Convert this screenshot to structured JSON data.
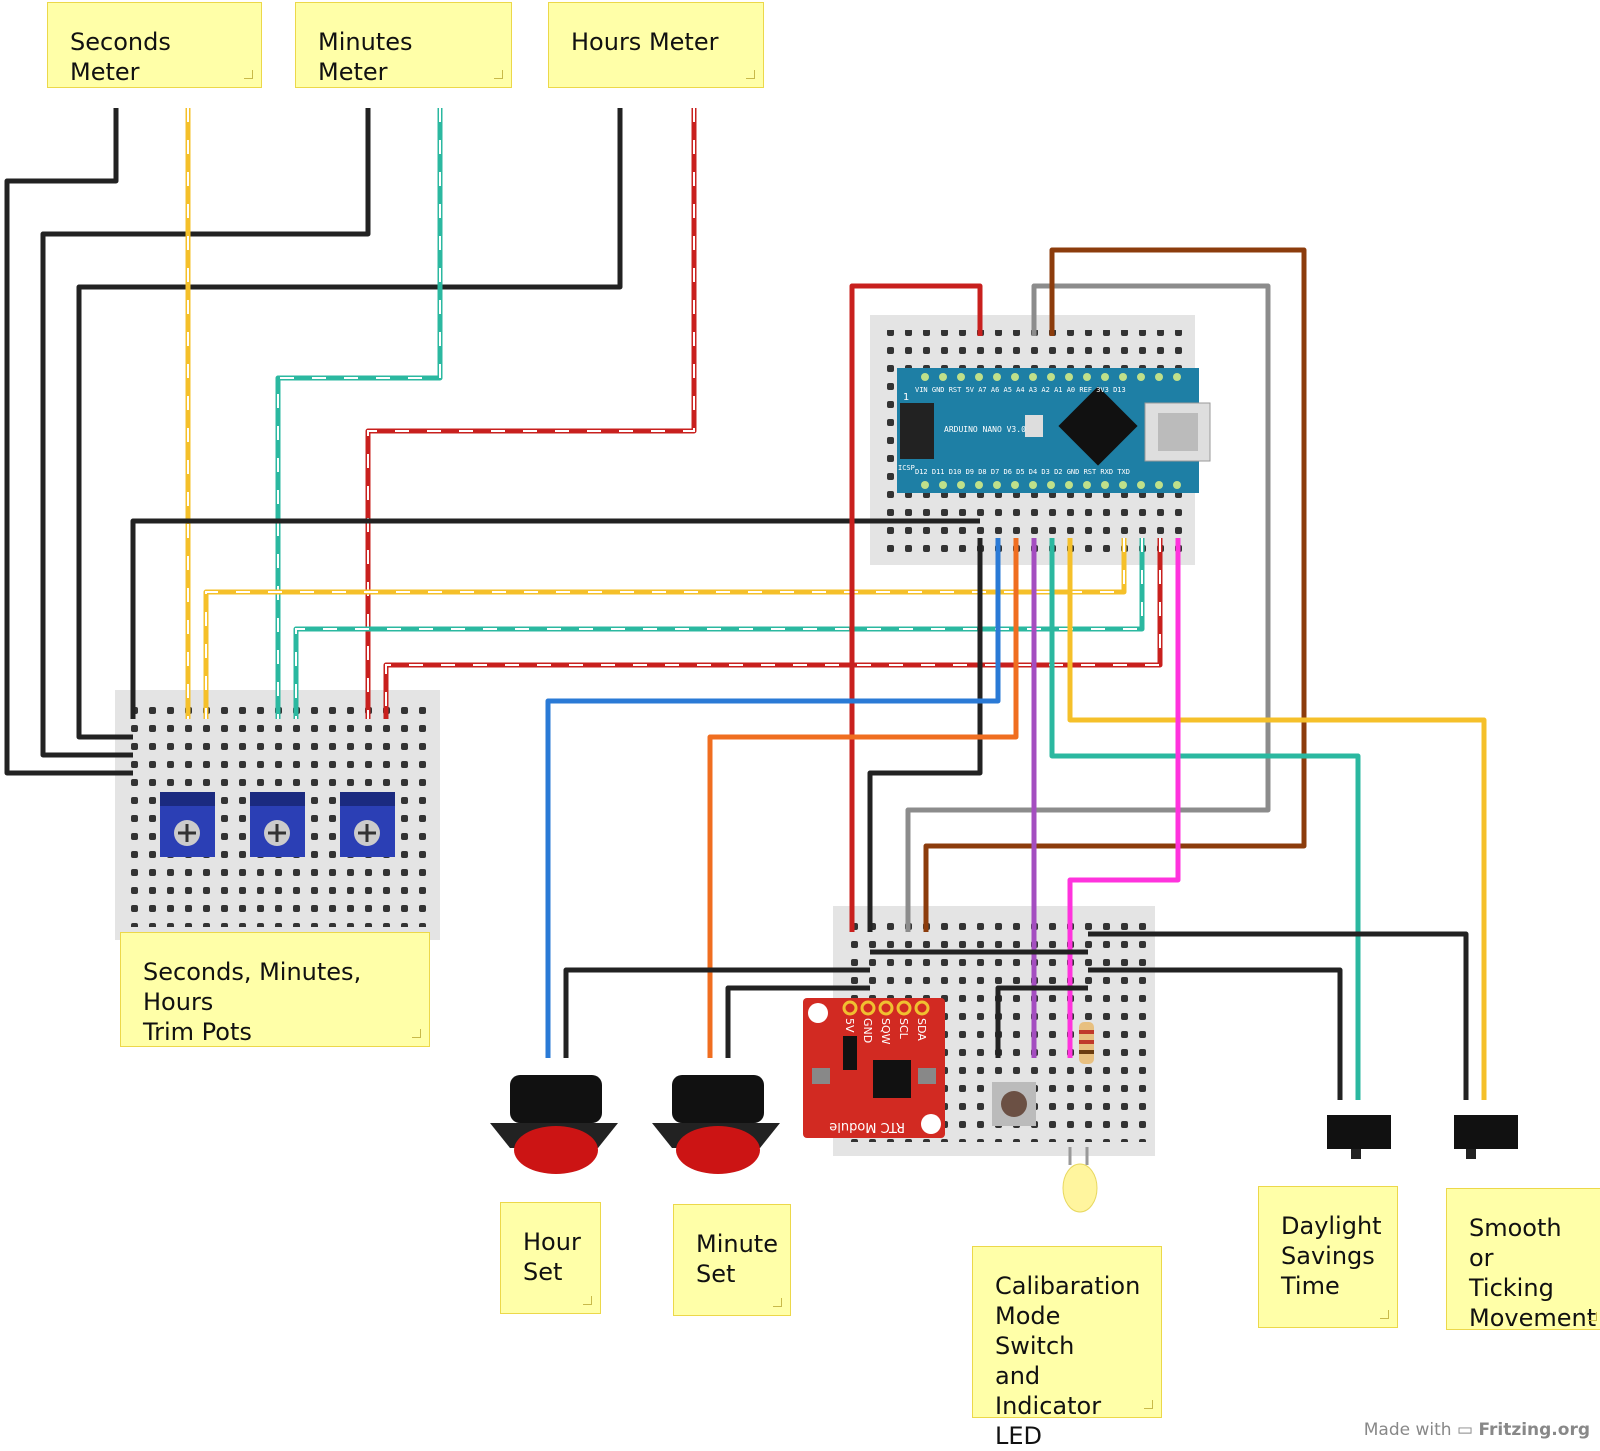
{
  "labels": {
    "seconds_meter": "Seconds Meter",
    "minutes_meter": "Minutes Meter",
    "hours_meter": "Hours Meter",
    "trim_pots": "Seconds, Minutes, Hours\nTrim Pots",
    "hour_set": "Hour\nSet",
    "minute_set": "Minute\nSet",
    "calibration": "Calibaration\nMode Switch\nand Indicator\nLED",
    "dst": "Daylight\nSavings\nTime",
    "smooth": "Smooth or\nTicking\nMovement"
  },
  "arduino": {
    "top_pins": "D12 D11 D10 D9 D8 D7 D6 D5 D4 D3 D2 GND RST RXD TXD",
    "bottom_pins": "VIN GND RST 5V A7 A6 A5 A4 A3 A2 A1 A0 REF 3V3 D13",
    "brand": "ARDUINO NANO V3.0",
    "icsp": "ICSP",
    "pin1": "1"
  },
  "rtc": {
    "pins": [
      "5V",
      "GND",
      "SQW",
      "SCL",
      "SDA"
    ],
    "title": "RTC Module"
  },
  "credit": {
    "prefix": "Made with",
    "brand": "Fritzing.org"
  },
  "colors": {
    "black": "#222222",
    "yellow": "#f5c02a",
    "teal": "#2bb8a0",
    "red": "#c8201e",
    "blue": "#2a7ad6",
    "orange": "#f06e20",
    "purple": "#a44ec0",
    "magenta": "#ff33dd",
    "gray": "#8c8c8c",
    "brown": "#8c3c0c",
    "breadboard": "#e6e6e6",
    "note": "#ffffa8"
  }
}
